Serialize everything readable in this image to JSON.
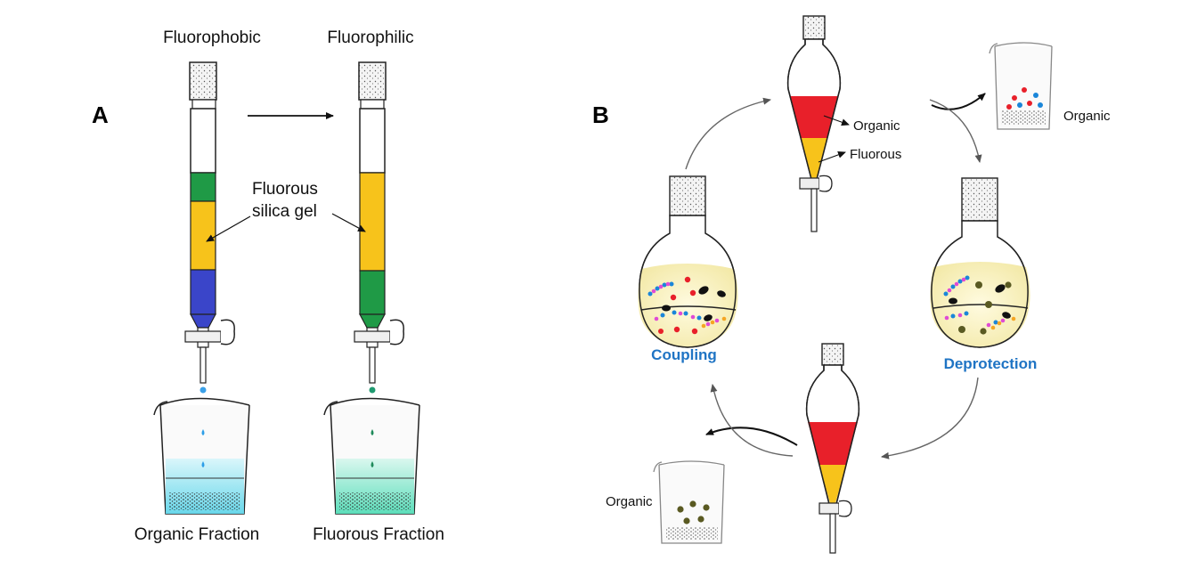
{
  "panelA": {
    "letter": "A",
    "col1_title": "Fluorophobic",
    "col2_title": "Fluorophilic",
    "gel_label_1": "Fluorous",
    "gel_label_2": "silica gel",
    "fraction1": "Organic Fraction",
    "fraction2": "Fluorous Fraction"
  },
  "panelB": {
    "letter": "B",
    "funnel_organic": "Organic",
    "funnel_fluorous": "Fluorous",
    "beaker_top_label": "Organic",
    "beaker_bottom_label": "Organic",
    "coupling": "Coupling",
    "deprotection": "Deprotection"
  },
  "colors": {
    "green": "#1f9a46",
    "yellow": "#f7c31b",
    "blue": "#3a45c9",
    "red": "#e8202a",
    "cyan": "#62d6ea",
    "teal": "#55ddb8",
    "accent_text": "#1f74c4"
  },
  "icons": [
    "arrow-right-icon",
    "cycle-arrow-icon",
    "separatory-funnel-icon",
    "round-flask-icon",
    "beaker-icon",
    "chromatography-column-icon"
  ]
}
